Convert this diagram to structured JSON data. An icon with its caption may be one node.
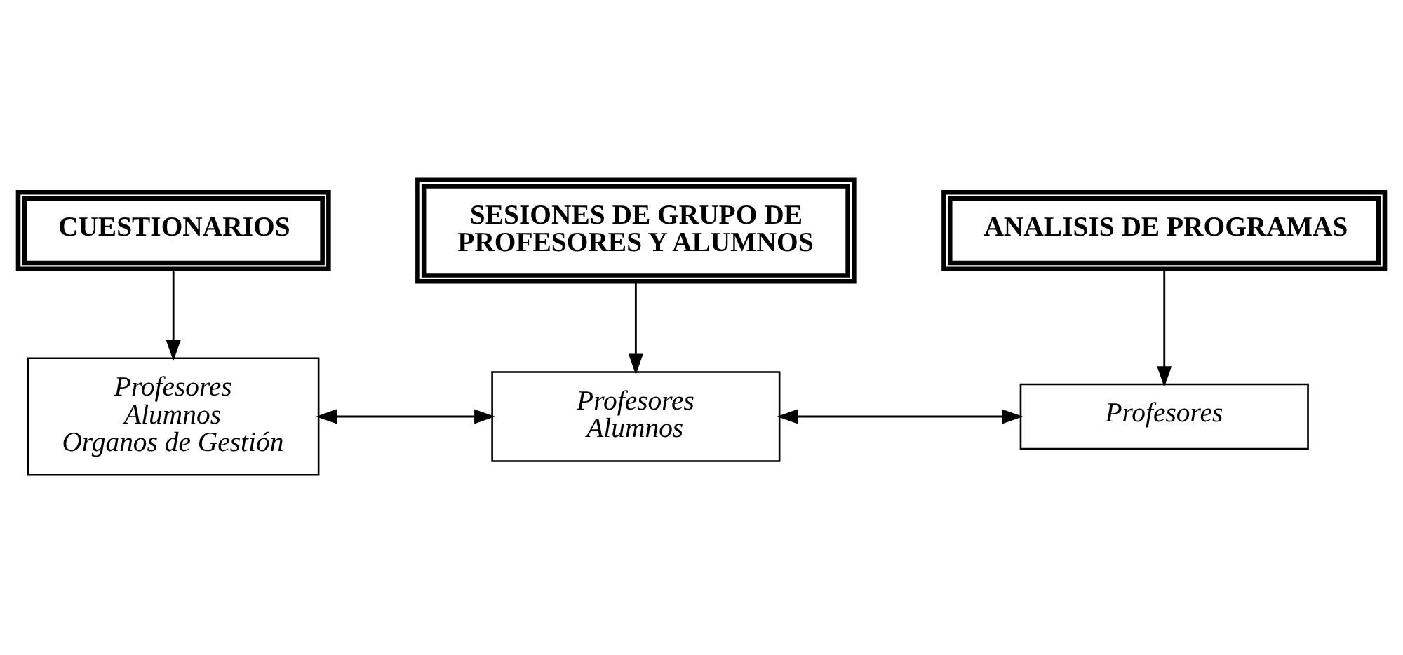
{
  "diagram": {
    "nodes": [
      {
        "text": [
          "CUESTIONARIOS"
        ]
      },
      {
        "text": [
          "SESIONES DE GRUPO DE PROFESORES Y ALUMNOS"
        ]
      },
      {
        "text": [
          "ANALISIS DE PROGRAMAS"
        ]
      },
      {
        "text": [
          "Profesores",
          "Alumnos",
          "Organos de Gestión"
        ]
      },
      {
        "text": [
          "Profesores",
          "Alumnos"
        ]
      },
      {
        "text": [
          "Profesores"
        ]
      }
    ],
    "edges": [
      {
        "from": 0,
        "to": 3,
        "arrow": "to"
      },
      {
        "from": 1,
        "to": 4,
        "arrow": "to"
      },
      {
        "from": 2,
        "to": 5,
        "arrow": "to"
      },
      {
        "from": 3,
        "to": 4,
        "arrow": "both"
      },
      {
        "from": 4,
        "to": 5,
        "arrow": "both"
      }
    ]
  }
}
